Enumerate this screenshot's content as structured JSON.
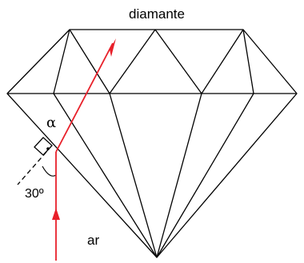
{
  "labels": {
    "top": "diamante",
    "alpha": "α",
    "angle": "30º",
    "medium": "ar"
  },
  "colors": {
    "outline": "#000000",
    "ray": "#e8202a",
    "background": "#ffffff"
  }
}
